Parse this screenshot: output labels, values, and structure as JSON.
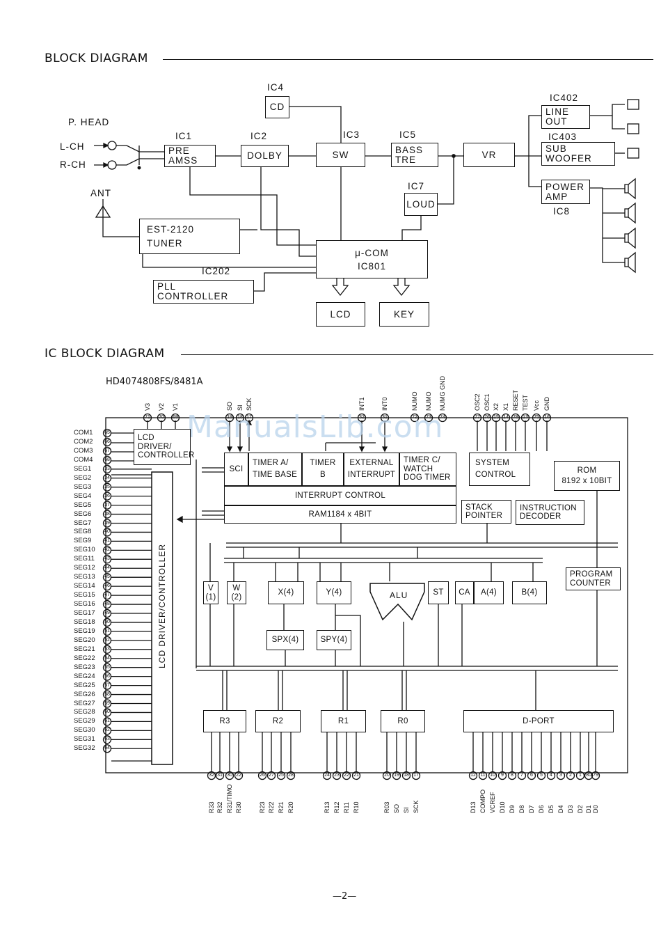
{
  "block_diagram": {
    "heading": "BLOCK DIAGRAM",
    "input_labels": {
      "head": "P. HEAD",
      "lch": "L-CH",
      "rch": "R-CH",
      "ant": "ANT"
    },
    "ic_labels": {
      "ic1": "IC1",
      "ic2": "IC2",
      "ic3": "IC3",
      "ic4": "IC4",
      "ic5": "IC5",
      "ic7": "IC7",
      "ic8": "IC8",
      "ic202": "IC202",
      "ic402": "IC402",
      "ic403": "IC403"
    },
    "blocks": {
      "preamss": "PRE\nAMSS",
      "dolby": "DOLBY",
      "sw": "SW",
      "cd": "CD",
      "basstre": "BASS\nTRE",
      "vr": "VR",
      "loud": "LOUD",
      "lineout": "LINE\nOUT",
      "subwoofer": "SUB\nWOOFER",
      "poweramp": "POWER\nAMP",
      "tuner": "EST-2120\nTUNER",
      "pll": "PLL\nCONTROLLER",
      "ucom": "μ-COM\nIC801",
      "lcd": "LCD",
      "key": "KEY"
    }
  },
  "ic_block_diagram": {
    "heading": "IC BLOCK DIAGRAM",
    "part_number": "HD4074808FS/8481A",
    "blocks": {
      "lcd_driver": "LCD\nDRIVER/\nCONTROLLER",
      "sci": "SCI",
      "timer_a": "TIMER A/\nTIME BASE",
      "timer_b": "TIMER\nB",
      "ext_int": "EXTERNAL\nINTERRUPT",
      "timer_c": "TIMER C/\nWATCH\nDOG TIMER",
      "system_control": "SYSTEM\nCONTROL",
      "rom": "ROM\n8192 x 10BIT",
      "interrupt_control": "INTERRUPT CONTROL",
      "ram": "RAM1184 x 4BIT",
      "stack_pointer": "STACK\nPOINTER",
      "instruction_decoder": "INSTRUCTION\nDECODER",
      "program_counter": "PROGRAM\nCOUNTER",
      "v1": "V\n(1)",
      "w2": "W\n(2)",
      "x4": "X(4)",
      "y4": "Y(4)",
      "alu": "ALU",
      "st": "ST",
      "ca": "CA",
      "a4": "A(4)",
      "b4": "B(4)",
      "spx": "SPX(4)",
      "spy": "SPY(4)",
      "lcd_vertical": "LCD DRIVER/CONTROLLER",
      "r3": "R3",
      "r2": "R2",
      "r1": "R1",
      "r0": "R0",
      "dport": "D-PORT"
    },
    "left_pins": [
      "COM1",
      "COM2",
      "COM3",
      "COM4",
      "SEG1",
      "SEG2",
      "SEG3",
      "SEG4",
      "SEG5",
      "SEG6",
      "SEG7",
      "SEG8",
      "SEG9",
      "SEG10",
      "SEG11",
      "SEG12",
      "SEG13",
      "SEG14",
      "SEG15",
      "SEG16",
      "SEG17",
      "SEG18",
      "SEG19",
      "SEG20",
      "SEG21",
      "SEG22",
      "SEG23",
      "SEG24",
      "SEG25",
      "SEG26",
      "SEG27",
      "SEG28",
      "SEG29",
      "SEG30",
      "SEG31",
      "SEG32"
    ],
    "left_pin_numbers": [
      "65",
      "66",
      "67",
      "68",
      "33",
      "34",
      "35",
      "36",
      "37",
      "38",
      "39",
      "40",
      "41",
      "42",
      "43",
      "44",
      "45",
      "46",
      "47",
      "48",
      "49",
      "50",
      "51",
      "52",
      "53",
      "54",
      "55",
      "56",
      "57",
      "58",
      "59",
      "60",
      "61",
      "62",
      "63",
      "64"
    ],
    "top_pins_left": [
      "V3",
      "V2",
      "V1"
    ],
    "top_pins_left_numbers": [
      "71",
      "70",
      "69"
    ],
    "top_pins_sci": [
      "SO",
      "SI",
      "SCK"
    ],
    "top_pins_sci_numbers": [
      "19",
      "18",
      "17"
    ],
    "top_pins_int": [
      "INT1",
      "INT0"
    ],
    "top_pins_int_numbers": [
      "32",
      "31"
    ],
    "top_pins_numo": [
      "NUMO",
      "NUMO",
      "NUMG GND"
    ],
    "top_pins_numo_numbers": [
      "72",
      "73",
      "74"
    ],
    "top_pins_sys": [
      "OSC2",
      "OSC1",
      "X2",
      "X1",
      "RESET",
      "TEST",
      "Vcc",
      "GND"
    ],
    "top_pins_sys_numbers": [
      "77",
      "76",
      "15",
      "14",
      "78",
      "13",
      "75",
      "16"
    ],
    "bottom_pins_r3": [
      "R33",
      "R32",
      "R31/TIMO",
      "R30"
    ],
    "bottom_pins_r3_numbers": [
      "32",
      "31",
      "30",
      "22"
    ],
    "bottom_pins_r2": [
      "R23",
      "R22",
      "R21",
      "R20"
    ],
    "bottom_pins_r2_numbers": [
      "26",
      "27",
      "25",
      "28"
    ],
    "bottom_pins_r1": [
      "R13",
      "R12",
      "R11",
      "R10"
    ],
    "bottom_pins_r1_numbers": [
      "24",
      "23",
      "22",
      "21"
    ],
    "bottom_pins_r0": [
      "R03",
      "SO",
      "SI",
      "SCK"
    ],
    "bottom_pins_r0_numbers": [
      "20",
      "19",
      "18",
      "17"
    ],
    "bottom_pins_d": [
      "D13",
      "COMPO",
      "VCREF",
      "D10",
      "D9",
      "D8",
      "D7",
      "D6",
      "D5",
      "D4",
      "D3",
      "D2",
      "D1",
      "D0"
    ],
    "bottom_pins_d_numbers": [
      "12",
      "11",
      "10",
      "9",
      "8",
      "7",
      "6",
      "5",
      "4",
      "3",
      "2",
      "1",
      "80",
      "79"
    ]
  },
  "watermark": "ManualsLib.com",
  "page_number": "—2—"
}
